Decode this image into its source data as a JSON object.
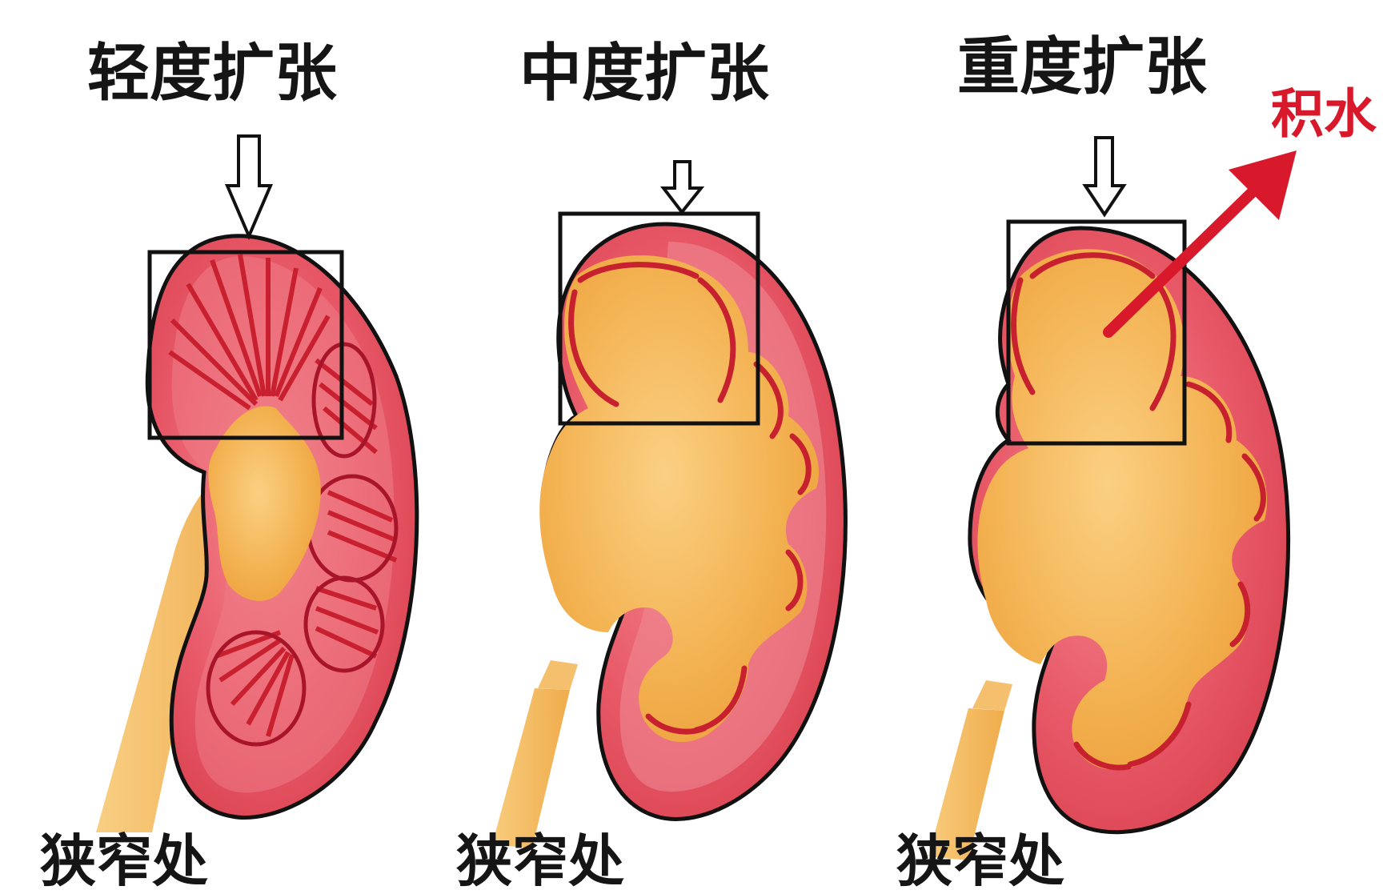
{
  "colors": {
    "background": "#ffffff",
    "outline": "#111111",
    "kidney_red": "#e4606d",
    "kidney_pink": "#f0a1ab",
    "urine_orange": "#f2b04e",
    "urine_light": "#f7c56b",
    "vessel_red": "#d6283c",
    "arrow_red": "#d8192b"
  },
  "panels": [
    {
      "title": "轻度扩张",
      "narrow_label": "狭窄处"
    },
    {
      "title": "中度扩张",
      "narrow_label": "狭窄处"
    },
    {
      "title": "重度扩张",
      "narrow_label": "狭窄处"
    }
  ],
  "annotation": {
    "label": "积水"
  }
}
